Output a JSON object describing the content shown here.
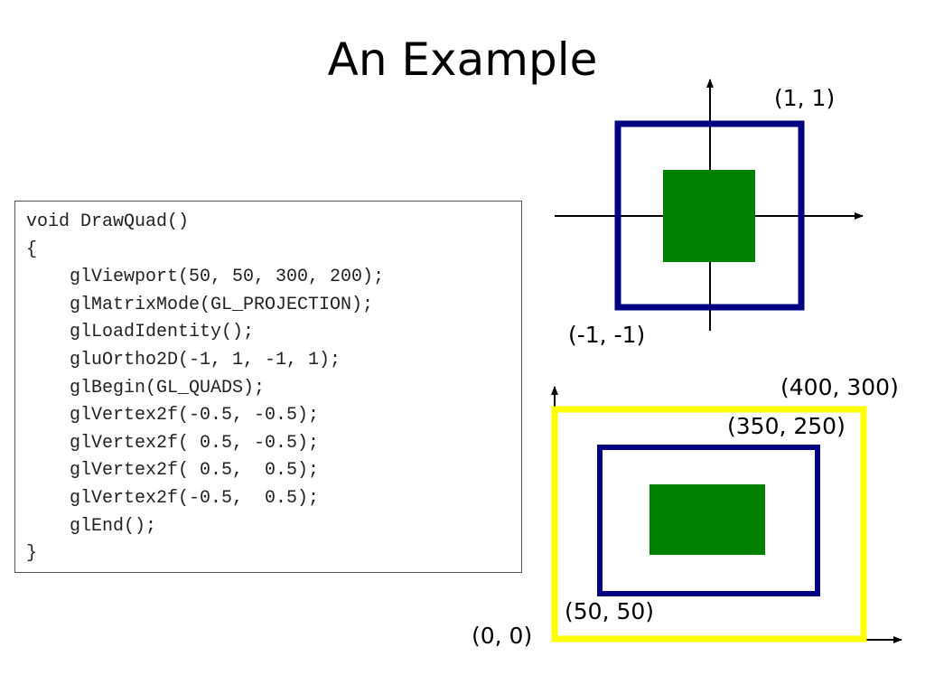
{
  "title": "An Example",
  "code": {
    "lines": [
      "void DrawQuad()",
      "{",
      "    glViewport(50, 50, 300, 200);",
      "    glMatrixMode(GL_PROJECTION);",
      "    glLoadIdentity();",
      "    gluOrtho2D(-1, 1, -1, 1);",
      "    glBegin(GL_QUADS);",
      "    glVertex2f(-0.5, -0.5);",
      "    glVertex2f( 0.5, -0.5);",
      "    glVertex2f( 0.5,  0.5);",
      "    glVertex2f(-0.5,  0.5);",
      "    glEnd();",
      "}"
    ]
  },
  "world_diagram": {
    "top_right_label": "(1,  1)",
    "bottom_left_label": "(-1, -1)"
  },
  "window_diagram": {
    "window_top_right_label": "(400, 300)",
    "viewport_top_right_label": "(350,  250)",
    "viewport_bottom_left_label": "(50,  50)",
    "origin_label": "(0,  0)"
  },
  "colors": {
    "frame": "#000080",
    "quad": "#008000",
    "window": "#ffff00",
    "axis": "#000000"
  }
}
